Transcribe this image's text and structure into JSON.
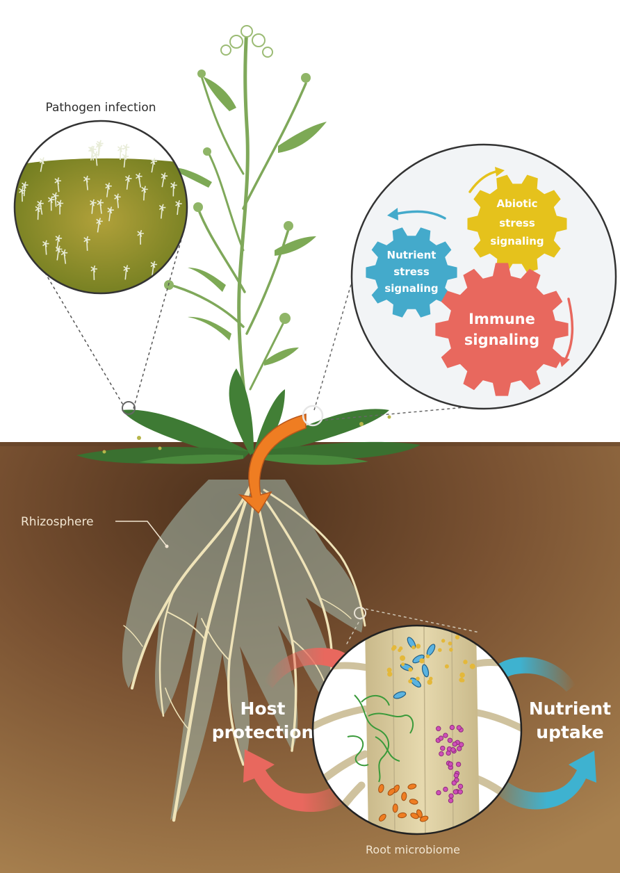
{
  "labels": {
    "pathogen_infection": "Pathogen infection",
    "rhizosphere": "Rhizosphere",
    "root_microbiome": "Root microbiome",
    "host_protection": [
      "Host",
      "protection"
    ],
    "nutrient_uptake": [
      "Nutrient",
      "uptake"
    ]
  },
  "gears": {
    "abiotic": [
      "Abiotic",
      "stress",
      "signaling"
    ],
    "nutrient": [
      "Nutrient",
      "stress",
      "signaling"
    ],
    "immune": [
      "Immune",
      "signaling"
    ]
  },
  "colors": {
    "soil": "#7a5232",
    "soil_dark": "#5a3a22",
    "soil_light": "#a57e4e",
    "leaf": "#3e7a34",
    "stem": "#7fa85a",
    "root": "#efe3b8",
    "rhizosphere": "#9fb3a5",
    "gear_abiotic": "#e5c21c",
    "gear_nutrient": "#44aacb",
    "gear_immune": "#e8685e",
    "arrow_host": "#e8685e",
    "arrow_nutrient": "#3eb2d0",
    "orange_arrow": "#ef7d22",
    "infection_leaf": "#8a9a2a"
  }
}
